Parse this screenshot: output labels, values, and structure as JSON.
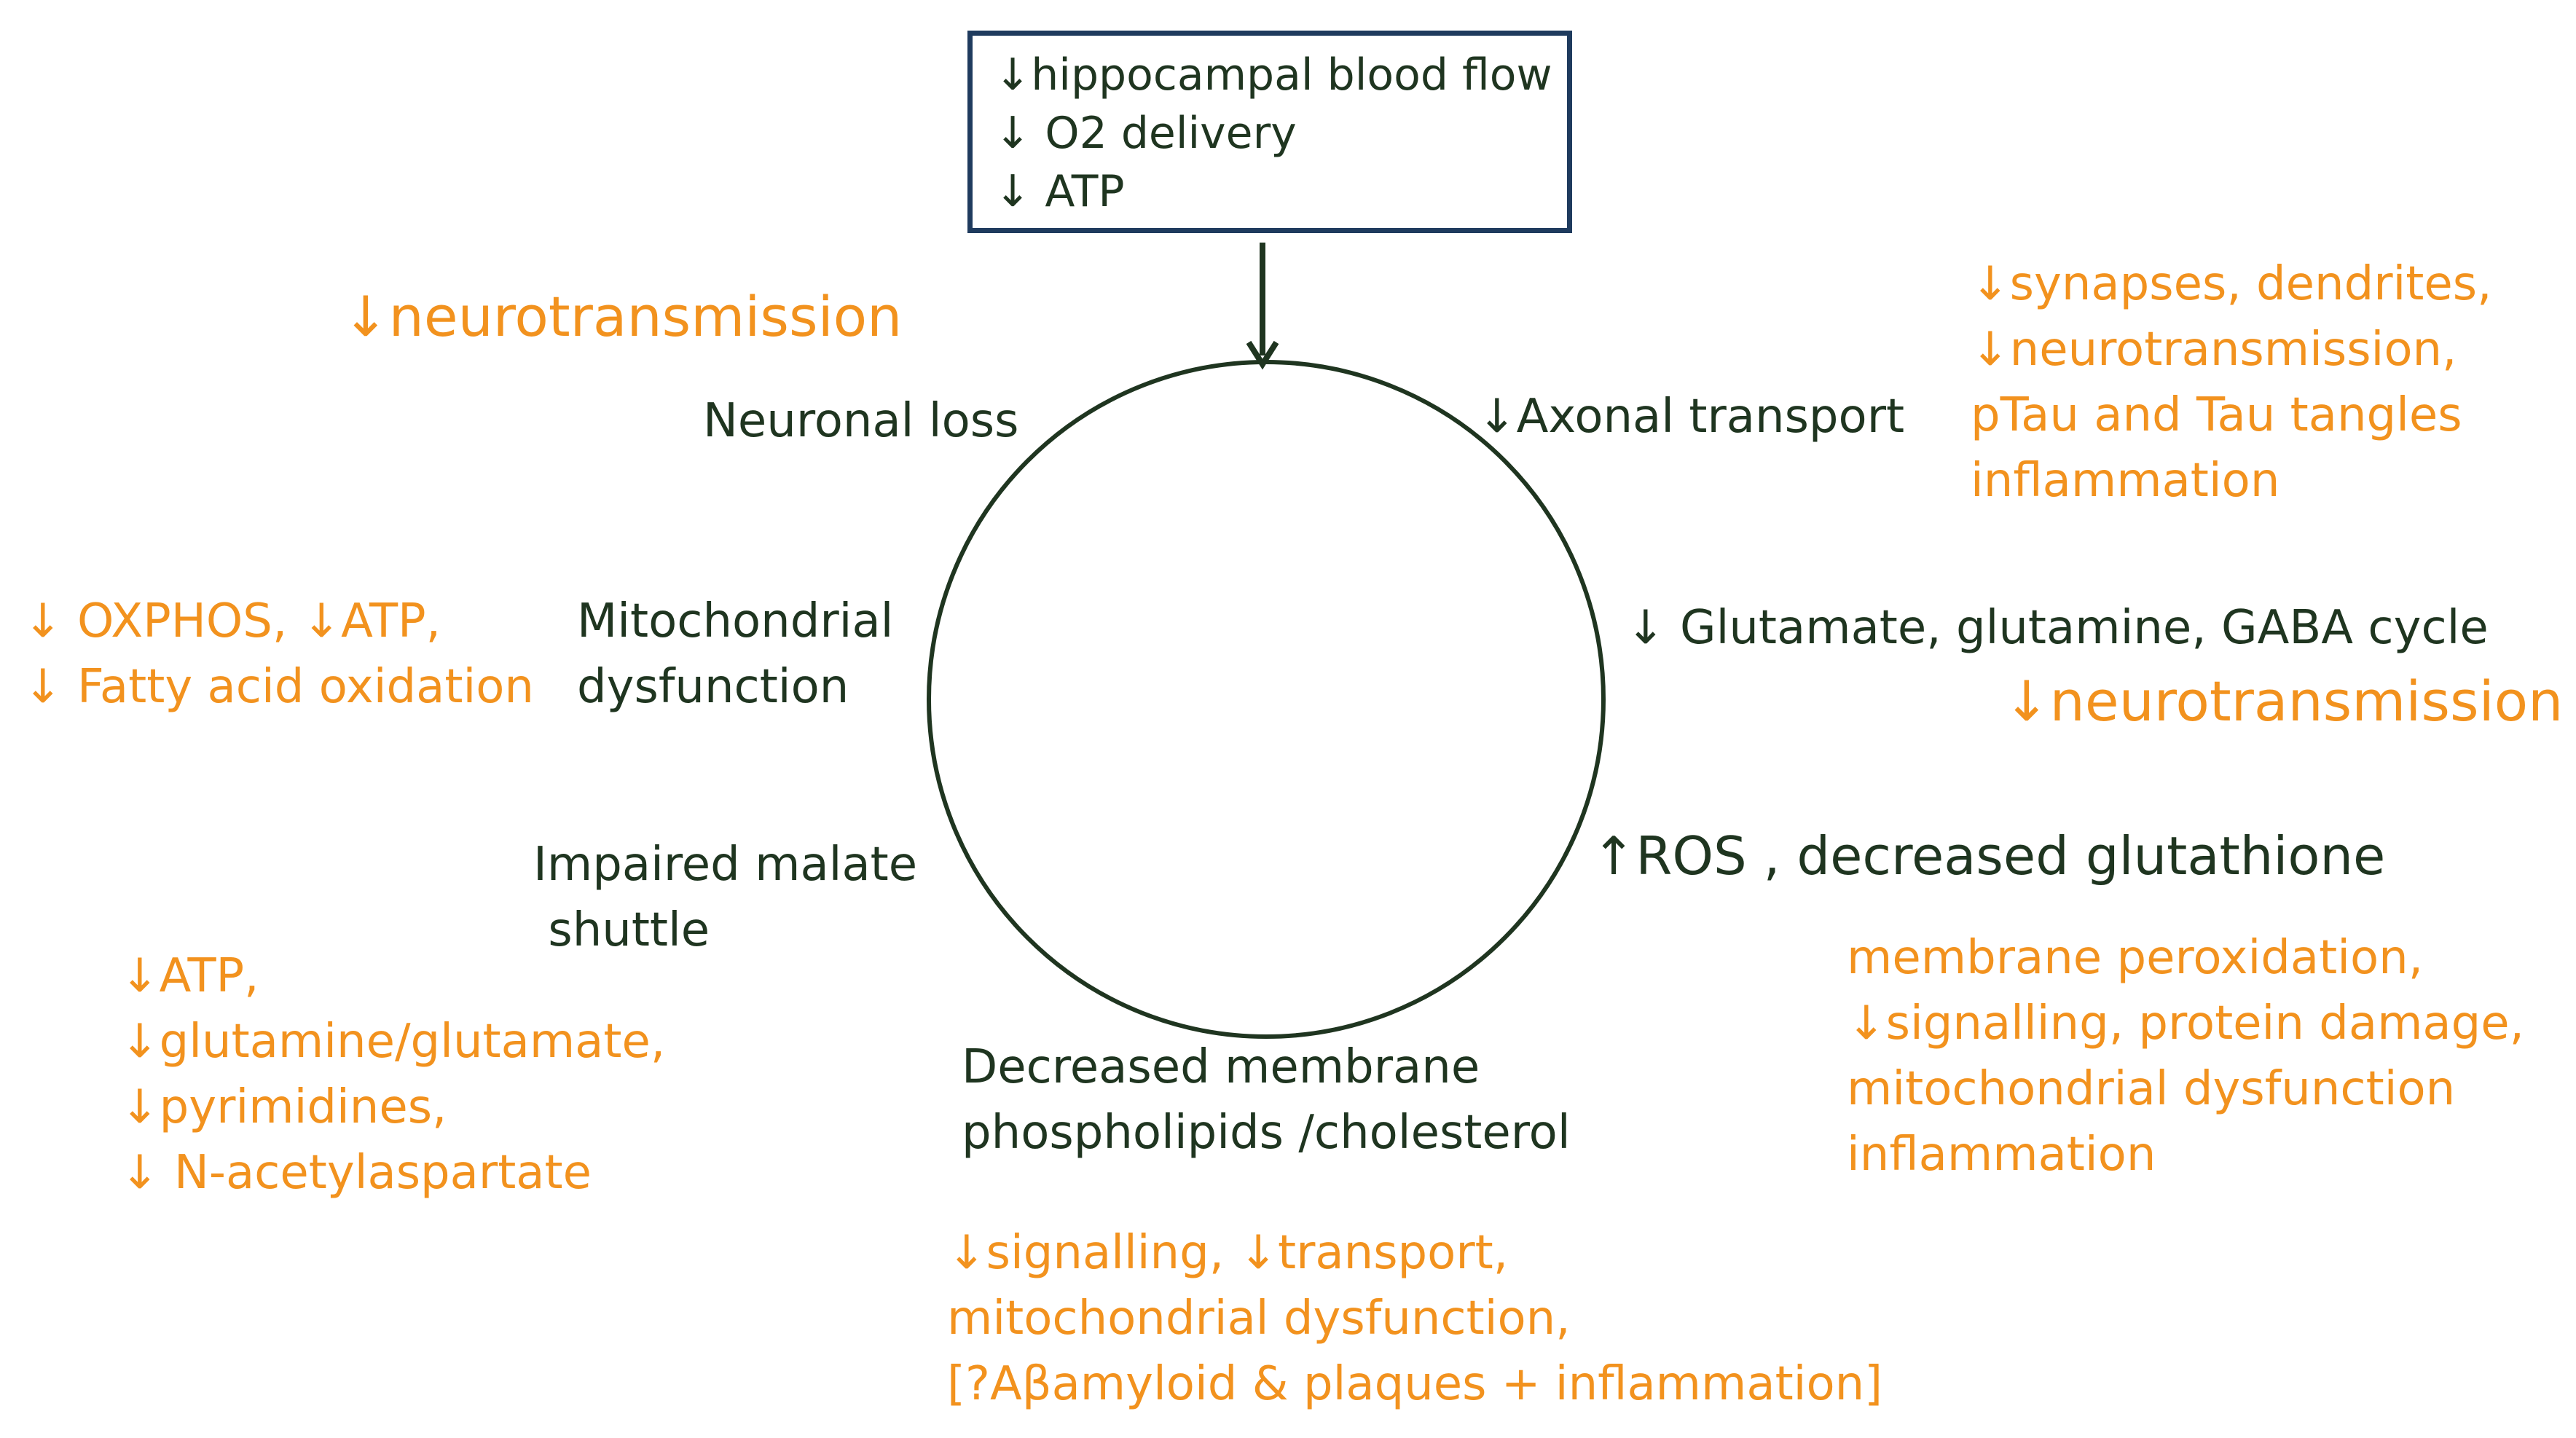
{
  "top_box": {
    "lines": [
      "↓hippocampal blood flow",
      "↓ O2 delivery",
      "↓ ATP"
    ]
  },
  "cycle_stages": {
    "neuronal_loss": "Neuronal loss",
    "axonal_transport": "↓Axonal transport",
    "glutamate_cycle": "↓ Glutamate, glutamine, GABA cycle",
    "ros": "↑ROS , decreased glutathione",
    "membrane": [
      "Decreased membrane",
      "phospholipids /cholesterol"
    ],
    "malate_shuttle": [
      "Impaired malate",
      " shuttle"
    ],
    "mitochondrial": [
      "Mitochondrial",
      "dysfunction"
    ]
  },
  "effects": {
    "neuronal_loss": [
      "↓neurotransmission"
    ],
    "axonal_transport": [
      "↓synapses, dendrites,",
      "↓neurotransmission,",
      " pTau and Tau tangles",
      "inflammation"
    ],
    "glutamate_cycle": [
      "↓neurotransmission"
    ],
    "ros": [
      "membrane peroxidation,",
      "↓signalling, protein damage,",
      "mitochondrial dysfunction",
      "inflammation"
    ],
    "membrane": [
      "↓signalling, ↓transport,",
      "mitochondrial  dysfunction,",
      "[?Aβamyloid & plaques + inflammation]"
    ],
    "malate_shuttle": [
      "↓ATP,",
      "↓glutamine/glutamate,",
      "↓pyrimidines,",
      "↓ N-acetylaspartate"
    ],
    "mitochondrial": [
      "↓ OXPHOS, ↓ATP,",
      "↓ Fatty acid oxidation"
    ]
  },
  "colors": {
    "effect_text": "#f2921e",
    "stage_text": "#1f3520",
    "box_border": "#1f3b5e",
    "line": "#1f3520"
  }
}
